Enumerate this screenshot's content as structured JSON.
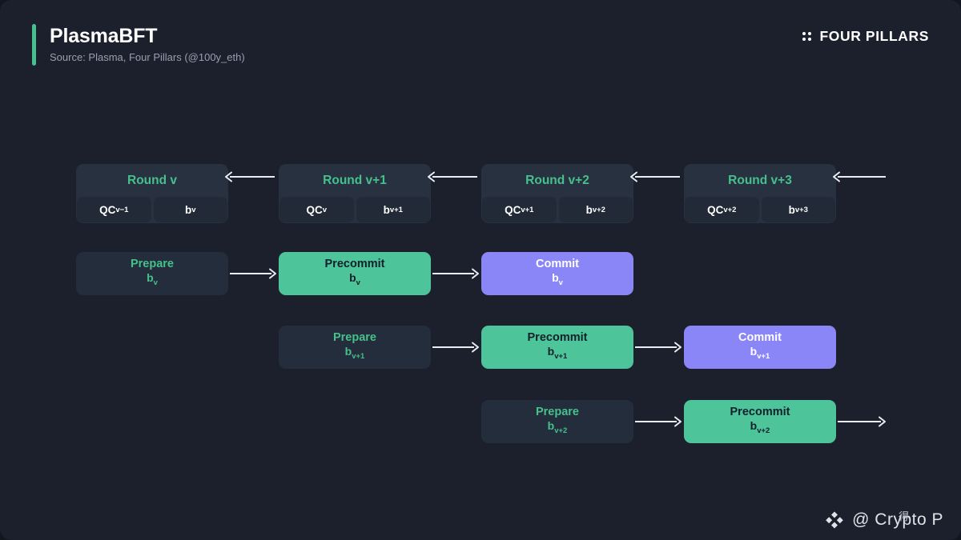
{
  "header": {
    "title": "PlasmaBFT",
    "subtitle": "Source: Plasma, Four Pillars (@100y_eth)",
    "brand": "FOUR PILLARS",
    "accent_color": "#46c08c"
  },
  "colors": {
    "background": "#1b202c",
    "round_box": "#283140",
    "round_cell": "#222a37",
    "prepare_box": "#242d3b",
    "precommit_box": "#4ec49a",
    "commit_box": "#8b86f8",
    "green_text": "#46c08c",
    "arrow": "#e9ecf2"
  },
  "rounds": [
    {
      "label": "Round v",
      "qc": "QC",
      "qc_sub": "v−1",
      "b": "b",
      "b_sub": "v"
    },
    {
      "label": "Round v+1",
      "qc": "QC",
      "qc_sub": "v",
      "b": "b",
      "b_sub": "v+1"
    },
    {
      "label": "Round v+2",
      "qc": "QC",
      "qc_sub": "v+1",
      "b": "b",
      "b_sub": "v+2"
    },
    {
      "label": "Round v+3",
      "qc": "QC",
      "qc_sub": "v+2",
      "b": "b",
      "b_sub": "v+3"
    }
  ],
  "phase_rows": [
    {
      "prepare": {
        "title": "Prepare",
        "block": "b",
        "block_sub": "v"
      },
      "precommit": {
        "title": "Precommit",
        "block": "b",
        "block_sub": "v"
      },
      "commit": {
        "title": "Commit",
        "block": "b",
        "block_sub": "v"
      }
    },
    {
      "prepare": {
        "title": "Prepare",
        "block": "b",
        "block_sub": "v+1"
      },
      "precommit": {
        "title": "Precommit",
        "block": "b",
        "block_sub": "v+1"
      },
      "commit": {
        "title": "Commit",
        "block": "b",
        "block_sub": "v+1"
      }
    },
    {
      "prepare": {
        "title": "Prepare",
        "block": "b",
        "block_sub": "v+2"
      },
      "precommit": {
        "title": "Precommit",
        "block": "b",
        "block_sub": "v+2"
      }
    }
  ],
  "watermark": {
    "text": "@ Crypto P",
    "overlap": "得",
    "logo": "binance-diamond-icon"
  }
}
